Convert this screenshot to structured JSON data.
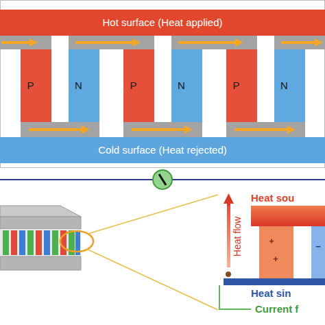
{
  "diagram": {
    "nodes": [
      {
        "text": [
          "Hot surface (Heat applied)"
        ]
      },
      {
        "text": [
          "P"
        ]
      },
      {
        "text": [
          "N"
        ]
      },
      {
        "text": [
          "P"
        ]
      },
      {
        "text": [
          "N"
        ]
      },
      {
        "text": [
          "P"
        ]
      },
      {
        "text": [
          "N"
        ]
      },
      {
        "text": [
          "Cold surface (Heat rejected)"
        ]
      },
      {
        "text": [
          "Heat sou"
        ]
      },
      {
        "text": [
          "Heat sin"
        ]
      }
    ],
    "labels": [
      "Heat flow",
      "+",
      "+",
      "−",
      "Current f"
    ]
  }
}
